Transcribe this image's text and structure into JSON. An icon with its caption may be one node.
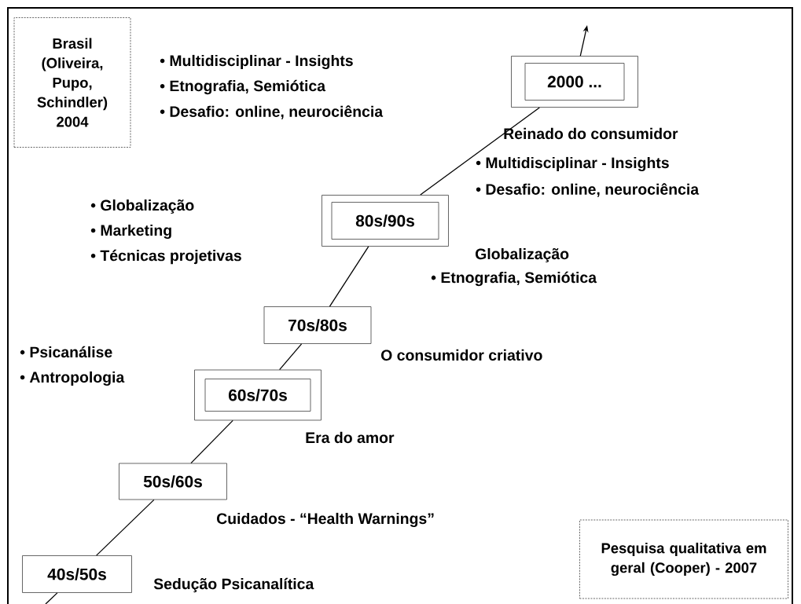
{
  "diagram": {
    "nodes": [
      {
        "text": [
          "Brasil (Oliveira, Pupo, Schindler) 2004"
        ]
      },
      {
        "text": [],
        "shape": "box"
      },
      {
        "text": [
          "2000 ..."
        ],
        "in": 1
      },
      {
        "text": [],
        "shape": "box"
      },
      {
        "text": [
          "80s/90s"
        ],
        "in": 3
      },
      {
        "text": [
          "70s/80s"
        ]
      },
      {
        "text": [],
        "shape": "box"
      },
      {
        "text": [
          "60s/70s"
        ],
        "in": 6
      },
      {
        "text": [
          "50s/60s"
        ]
      },
      {
        "text": [
          "40s/50s"
        ]
      },
      {
        "text": [
          "Pesquisa qualitativa em geral (Cooper) - 2007"
        ]
      }
    ],
    "edges": [
      {
        "from": null,
        "to": 9,
        "arrow": "none"
      },
      {
        "from": 9,
        "to": 8,
        "arrow": "none"
      },
      {
        "from": 8,
        "to": 6,
        "arrow": "none"
      },
      {
        "from": 6,
        "to": 5,
        "arrow": "none"
      },
      {
        "from": 5,
        "to": 3,
        "arrow": "none"
      },
      {
        "from": 3,
        "to": 1,
        "arrow": "none"
      },
      {
        "from": 1,
        "to": null,
        "arrow": "to"
      }
    ],
    "labels": [
      "• Multidisciplinar - Insights",
      "• Etnografia, Semiótica",
      "• Desafio: online, neurociência",
      "Reinado do consumidor",
      "• Multidisciplinar - Insights",
      "• Desafio: online, neurociência",
      "• Globalização",
      "• Marketing",
      "• Técnicas projetivas",
      "Globalização",
      "• Etnografia, Semiótica",
      "• Psicanálise",
      "• Antropologia",
      "O consumidor criativo",
      "Era do amor",
      "Cuidados - “Health Warnings”",
      "Sedução Psicanalítica"
    ]
  }
}
